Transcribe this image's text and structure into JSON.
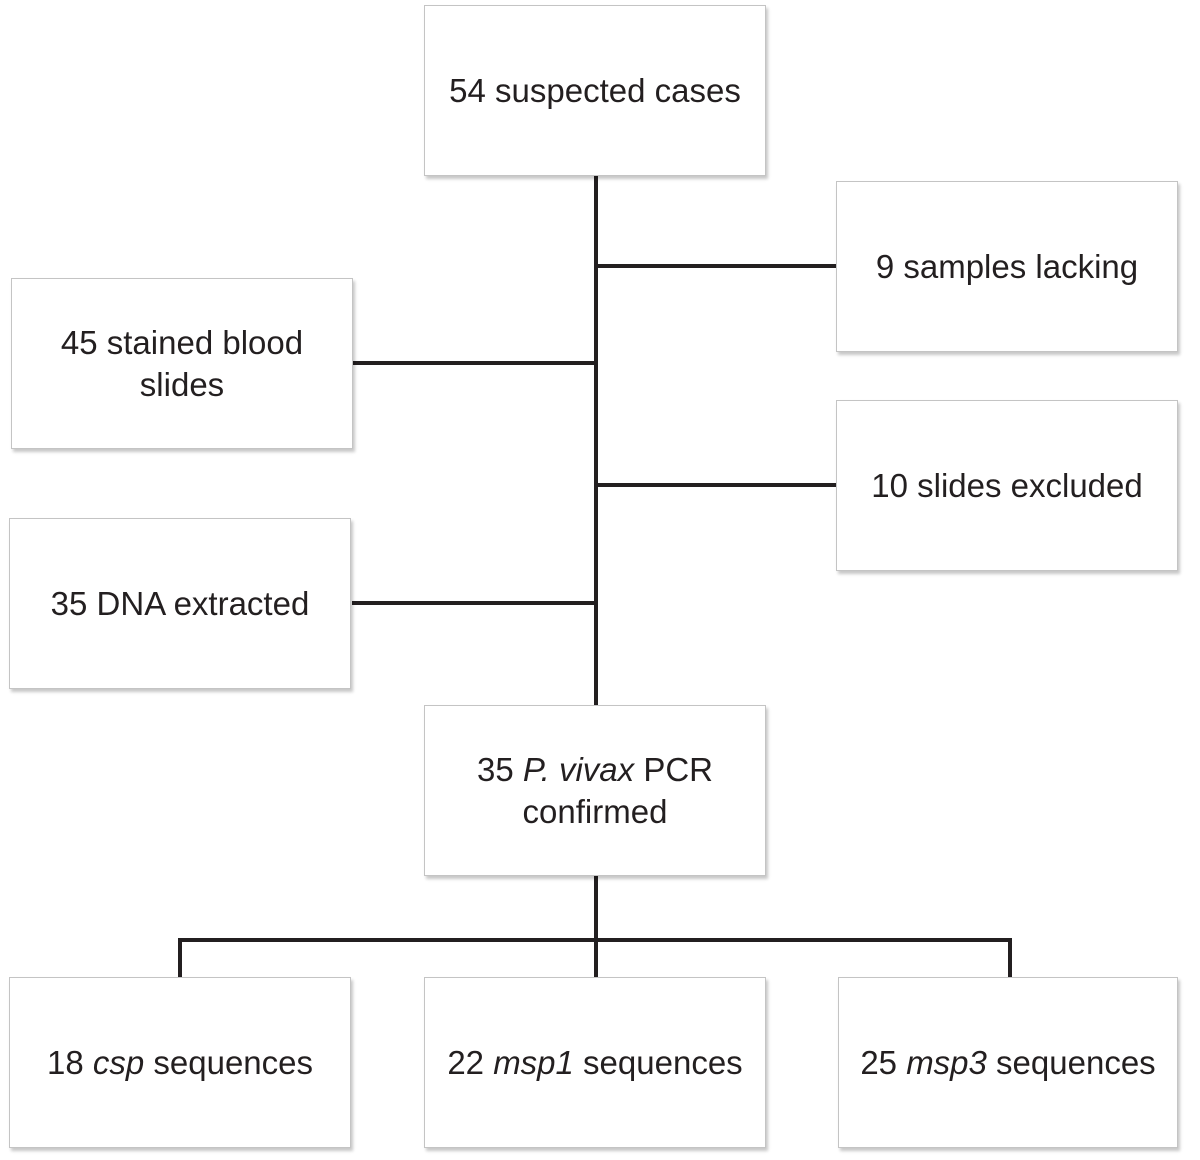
{
  "diagram": {
    "nodes": {
      "suspected": {
        "text": "54 suspected cases"
      },
      "lacking": {
        "text": "9 samples lacking"
      },
      "stained": {
        "line1": "45 stained blood",
        "line2": "slides"
      },
      "excluded": {
        "text": "10 slides excluded"
      },
      "dna": {
        "text": "35 DNA extracted"
      },
      "pcr": {
        "pre": "35 ",
        "italic": "P. vivax",
        "post": " PCR",
        "line2": "confirmed"
      },
      "csp": {
        "pre": "18 ",
        "italic": "csp",
        "post": " sequences"
      },
      "msp1": {
        "pre": "22 ",
        "italic": "msp1",
        "post": " sequences"
      },
      "msp3": {
        "pre": "25 ",
        "italic": "msp3",
        "post": " sequences"
      }
    }
  }
}
